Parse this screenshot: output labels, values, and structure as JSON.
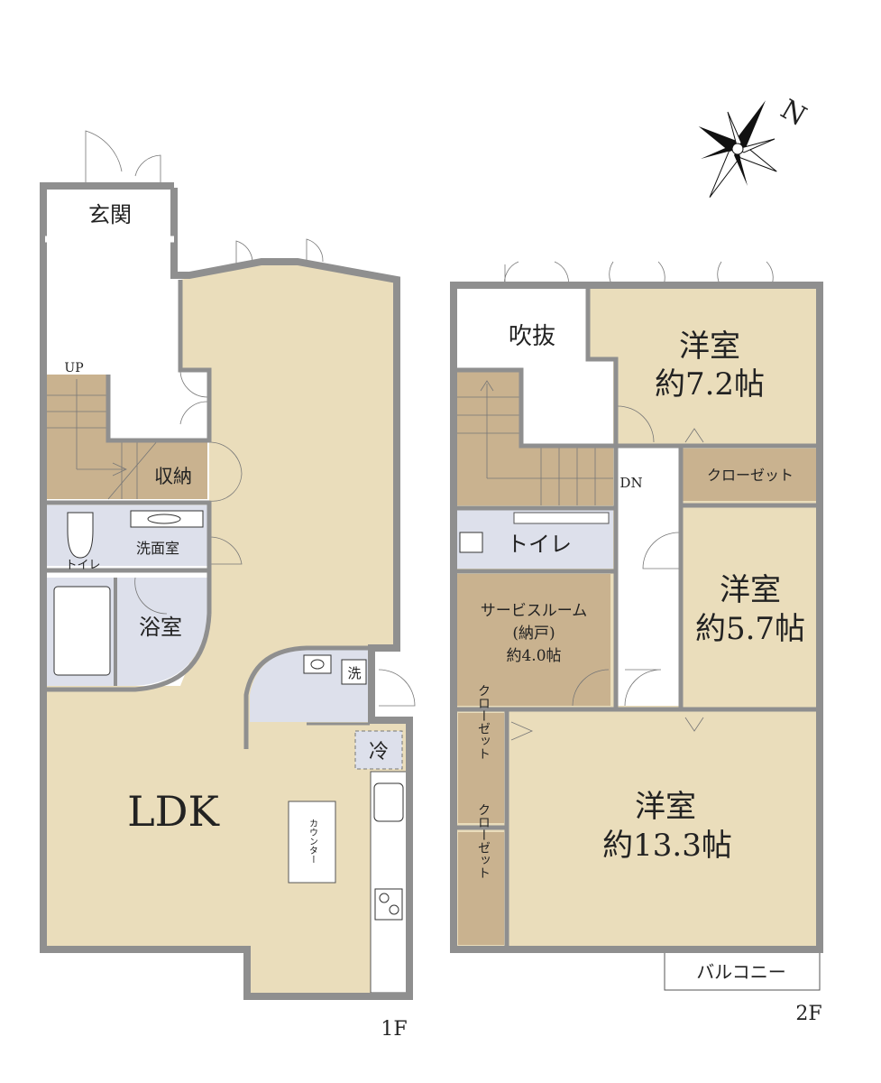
{
  "colors": {
    "living": "#EADDBB",
    "storage": "#C9B28F",
    "wet": "#DDE0EB",
    "wall": "#8F8F8F"
  },
  "compass": {
    "label": "N"
  },
  "floor1": {
    "label": "1F",
    "rooms": {
      "entrance": "玄関",
      "up": "UP",
      "storage": "収納",
      "toilet": "トイレ",
      "washroom": "洗面室",
      "bath": "浴室",
      "ldk": "LDK",
      "counter": "カウンター",
      "washer": "洗",
      "fridge": "冷"
    }
  },
  "floor2": {
    "label": "2F",
    "rooms": {
      "void": "吹抜",
      "room1_name": "洋室",
      "room1_size": "約7.2帖",
      "closet_top": "クローゼット",
      "dn": "DN",
      "toilet": "トイレ",
      "service_name": "サービスルーム",
      "service_sub": "(納戸)",
      "service_size": "約4.0帖",
      "room2_name": "洋室",
      "room2_size": "約5.7帖",
      "closet_left1": "クローゼット",
      "closet_left2": "クローゼット",
      "room3_name": "洋室",
      "room3_size": "約13.3帖",
      "balcony": "バルコニー"
    }
  }
}
